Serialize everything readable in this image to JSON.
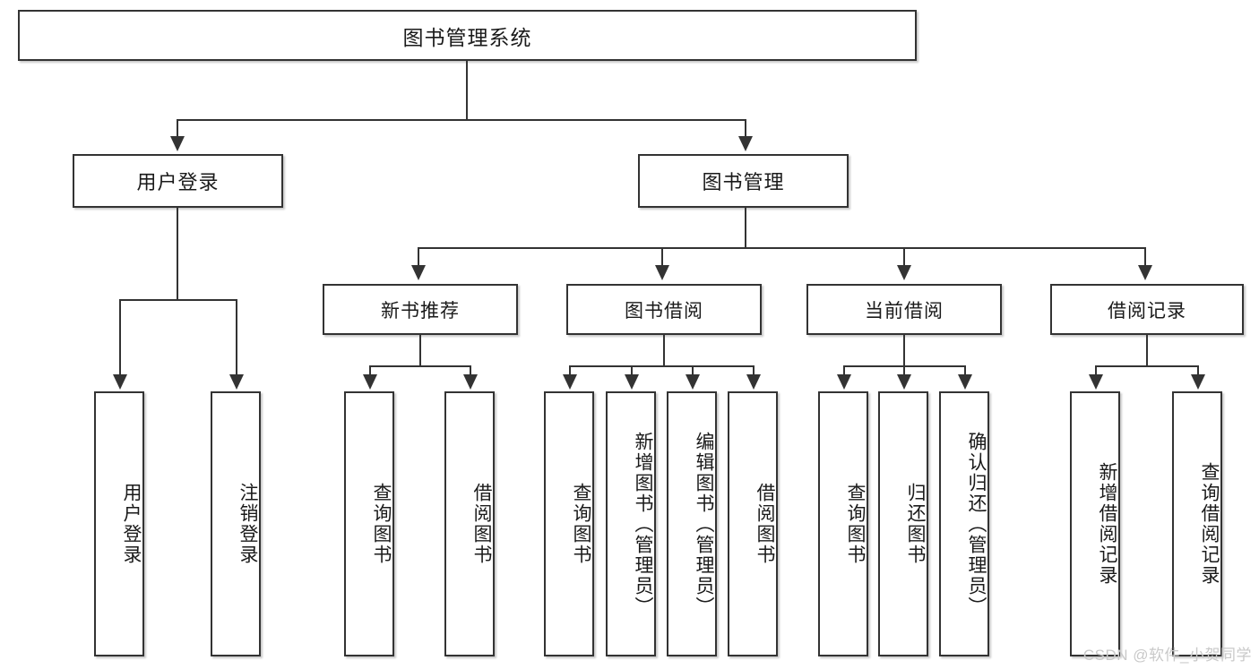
{
  "diagram": {
    "type": "tree",
    "title": "图书管理系统",
    "root": {
      "label": "图书管理系统"
    },
    "level2": [
      {
        "label": "用户登录"
      },
      {
        "label": "图书管理"
      }
    ],
    "level3": [
      {
        "label": "新书推荐"
      },
      {
        "label": "图书借阅"
      },
      {
        "label": "当前借阅"
      },
      {
        "label": "借阅记录"
      }
    ],
    "leaves": {
      "user_login": [
        {
          "label": "用户登录"
        },
        {
          "label": "注销登录"
        }
      ],
      "new_book_recommend": [
        {
          "label": "查询图书"
        },
        {
          "label": "借阅图书"
        }
      ],
      "book_borrow": [
        {
          "label": "查询图书"
        },
        {
          "label": "新增图书（管理员）"
        },
        {
          "label": "编辑图书（管理员）"
        },
        {
          "label": "借阅图书"
        }
      ],
      "current_borrow": [
        {
          "label": "查询图书"
        },
        {
          "label": "归还图书"
        },
        {
          "label": "确认归还（管理员）"
        }
      ],
      "borrow_record": [
        {
          "label": "新增借阅记录"
        },
        {
          "label": "查询借阅记录"
        }
      ]
    }
  },
  "watermark": {
    "text": "CSDN @软件_小贺同学"
  },
  "colors": {
    "box_border": "#333333",
    "connector": "#333333",
    "background": "#ffffff",
    "text": "#1a1a1a",
    "watermark": "#c9c9c9"
  }
}
